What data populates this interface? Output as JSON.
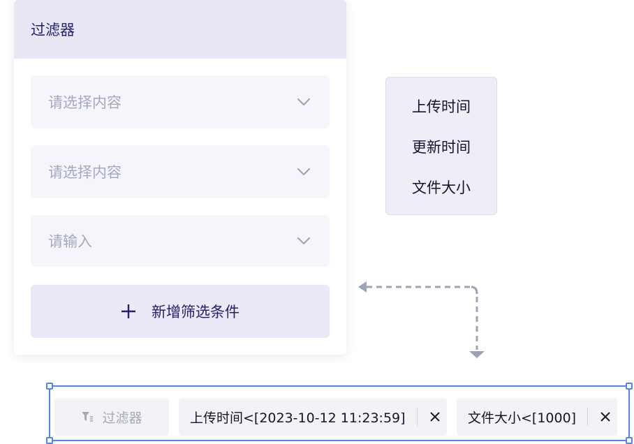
{
  "panel": {
    "title": "过滤器",
    "fields": [
      {
        "placeholder": "请选择内容",
        "icon": "chevron-down-icon"
      },
      {
        "placeholder": "请选择内容",
        "icon": "chevron-down-icon"
      },
      {
        "placeholder": "请输入",
        "icon": "chevron-down-icon"
      }
    ],
    "add_label": "新增筛选条件"
  },
  "dropdown": {
    "options": [
      "上传时间",
      "更新时间",
      "文件大小"
    ]
  },
  "tagbar": {
    "filter_label": "过滤器",
    "tags": [
      {
        "text": "上传时间<[2023-10-12 11:23:59]"
      },
      {
        "text": "文件大小<[1000]"
      }
    ]
  },
  "colors": {
    "header_bg": "#e9e7f6",
    "accent_text": "#24206b",
    "field_bg": "#f5f5fb",
    "selection_border": "#4f87ea",
    "arrow": "#9aa3b8"
  }
}
